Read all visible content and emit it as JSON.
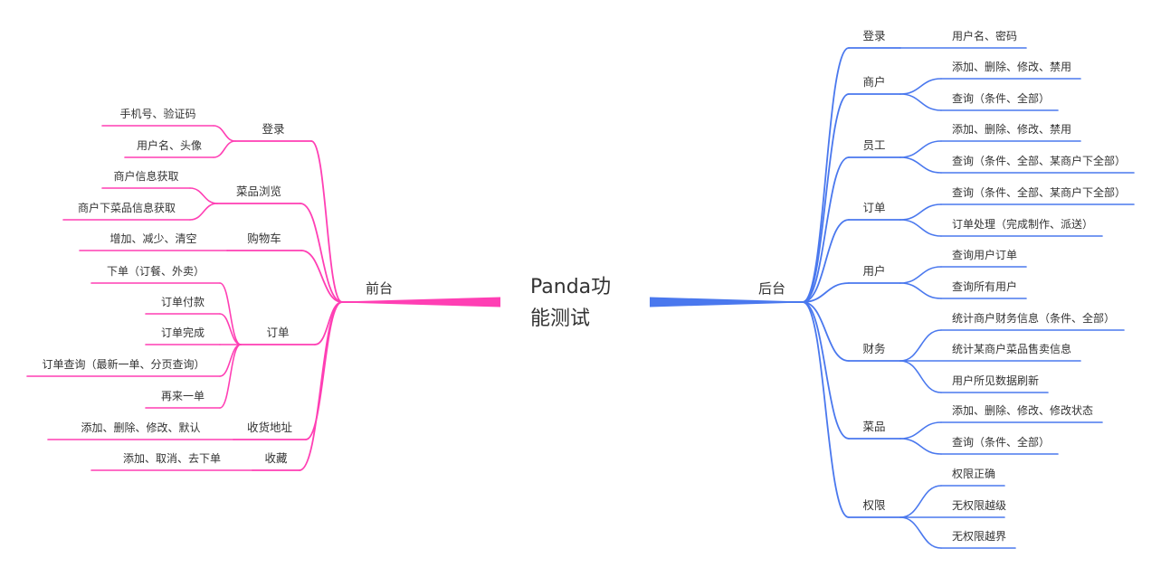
{
  "root": {
    "line1": "Panda功",
    "line2": "能测试"
  },
  "colors": {
    "front": "#ff3fb4",
    "back": "#4a78ee",
    "text": "#333333"
  },
  "front": {
    "label": "前台",
    "branches": [
      {
        "label": "登录",
        "children": [
          "手机号、验证码",
          "用户名、头像"
        ]
      },
      {
        "label": "菜品浏览",
        "children": [
          "商户信息获取",
          "商户下菜品信息获取"
        ]
      },
      {
        "label": "购物车",
        "children": [
          "增加、减少、清空"
        ]
      },
      {
        "label": "订单",
        "children": [
          "下单（订餐、外卖）",
          "订单付款",
          "订单完成",
          "订单查询（最新一单、分页查询）",
          "再来一单"
        ]
      },
      {
        "label": "收货地址",
        "children": [
          "添加、删除、修改、默认"
        ]
      },
      {
        "label": "收藏",
        "children": [
          "添加、取消、去下单"
        ]
      }
    ]
  },
  "back": {
    "label": "后台",
    "branches": [
      {
        "label": "登录",
        "children": [
          "用户名、密码"
        ]
      },
      {
        "label": "商户",
        "children": [
          "添加、删除、修改、禁用",
          "查询（条件、全部）"
        ]
      },
      {
        "label": "员工",
        "children": [
          "添加、删除、修改、禁用",
          "查询（条件、全部、某商户下全部）"
        ]
      },
      {
        "label": "订单",
        "children": [
          "查询（条件、全部、某商户下全部）",
          "订单处理（完成制作、派送）"
        ]
      },
      {
        "label": "用户",
        "children": [
          "查询用户订单",
          "查询所有用户"
        ]
      },
      {
        "label": "财务",
        "children": [
          "统计商户财务信息（条件、全部）",
          "统计某商户菜品售卖信息",
          "用户所见数据刷新"
        ]
      },
      {
        "label": "菜品",
        "children": [
          "添加、删除、修改、修改状态",
          "查询（条件、全部）"
        ]
      },
      {
        "label": "权限",
        "children": [
          "权限正确",
          "无权限越级",
          "无权限越界"
        ]
      }
    ]
  }
}
